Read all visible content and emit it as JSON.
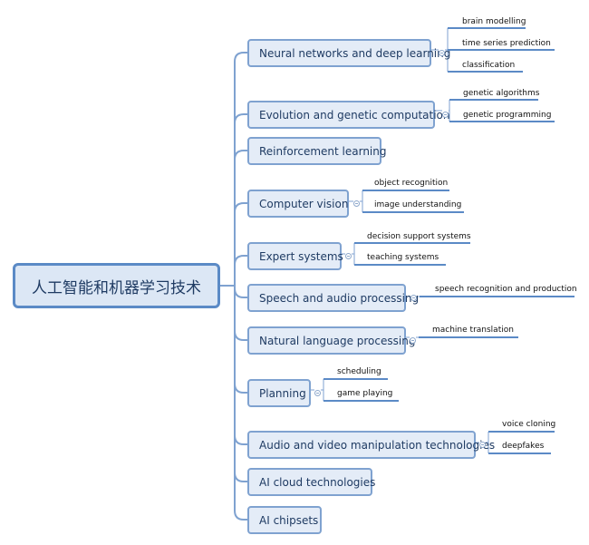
{
  "root": {
    "label": "人工智能和机器学习技术"
  },
  "branches": [
    {
      "label": "Neural networks and deep learning",
      "children": [
        "brain modelling",
        "time series prediction",
        "classification"
      ]
    },
    {
      "label": "Evolution and genetic computation",
      "children": [
        "genetic algorithms",
        "genetic programming"
      ]
    },
    {
      "label": "Reinforcement learning",
      "children": []
    },
    {
      "label": "Computer vision",
      "children": [
        "object recognition",
        "image understanding"
      ]
    },
    {
      "label": "Expert systems",
      "children": [
        "decision support systems",
        "teaching systems"
      ]
    },
    {
      "label": "Speech and audio processing",
      "children": [
        "speech recognition and production"
      ]
    },
    {
      "label": "Natural language processing",
      "children": [
        "machine translation"
      ]
    },
    {
      "label": "Planning",
      "children": [
        "scheduling",
        "game playing"
      ]
    },
    {
      "label": "Audio and video manipulation technologies",
      "children": [
        "voice cloning",
        "deepfakes"
      ]
    },
    {
      "label": "AI cloud technologies",
      "children": []
    },
    {
      "label": "AI chipsets",
      "children": []
    }
  ],
  "colors": {
    "line": "#7fa2d0",
    "leaf_underline": "#5b8ac6",
    "node_fill": "#e4ecf7",
    "root_fill": "#dce7f5"
  }
}
